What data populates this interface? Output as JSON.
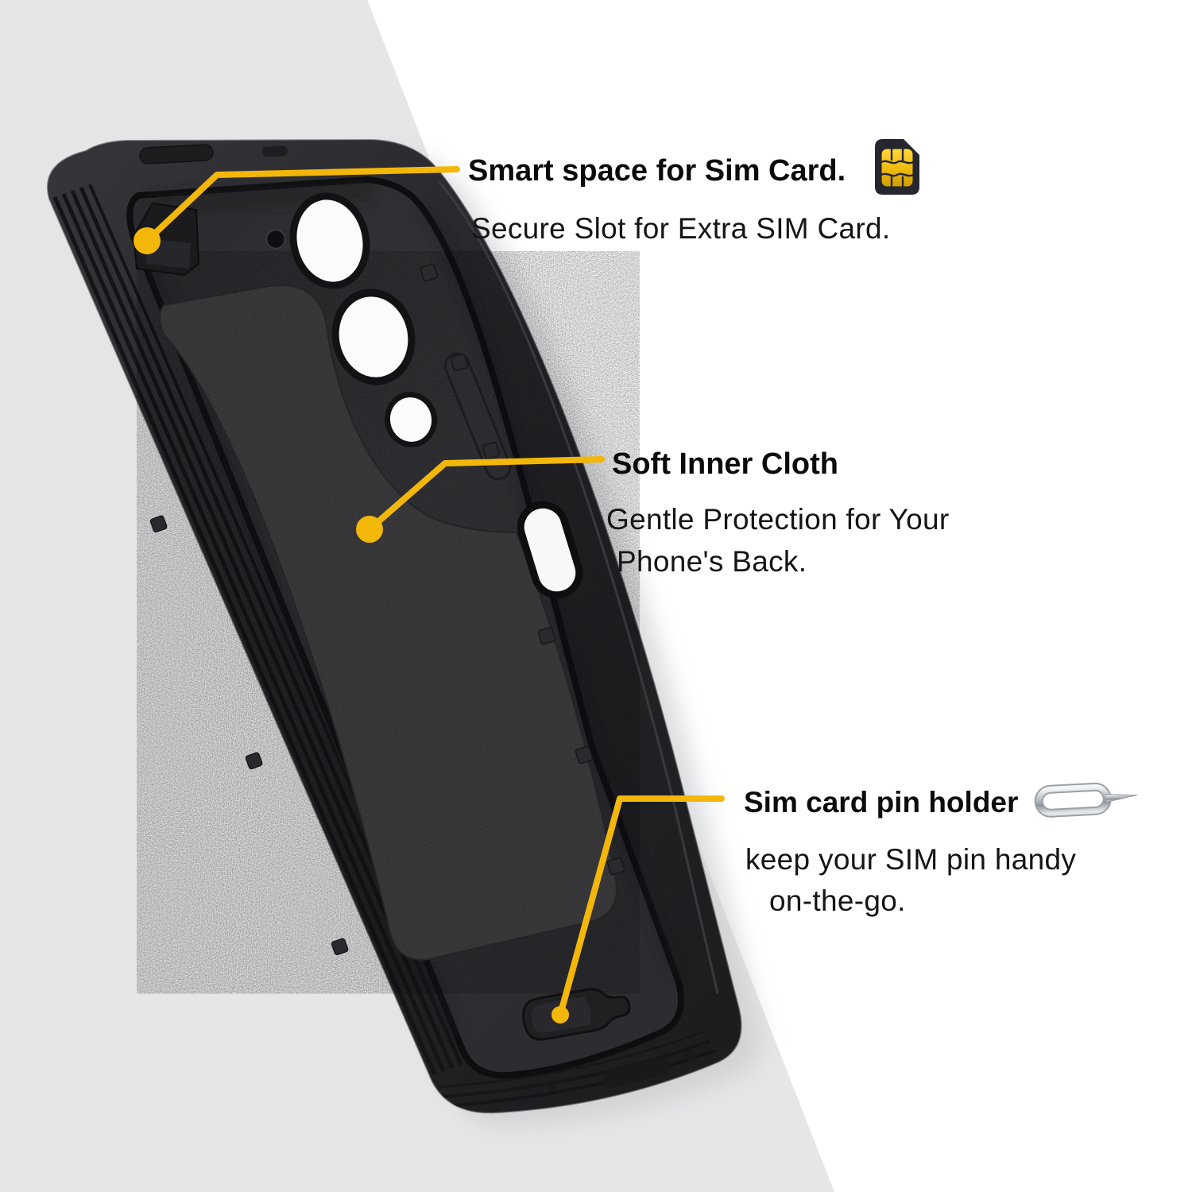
{
  "image_type": "product-feature-infographic",
  "product": "silicone-phone-case-inner-view",
  "colors": {
    "accent_yellow": "#F3B70A",
    "background_white": "#ffffff",
    "background_gray": "#e6e6e7",
    "case_black": "#26262a",
    "cloth_gray": "#3d3d40",
    "text_black": "#0b0b0c",
    "sim_chip_gold": "#f2bb0e",
    "pin_metal": "#c3c8cd"
  },
  "callouts": [
    {
      "id": "sim-card-slot",
      "title": "Smart space for Sim Card.",
      "body": "Secure Slot for Extra SIM Card.",
      "icon": "sim-card-icon"
    },
    {
      "id": "soft-inner-cloth",
      "title": "Soft Inner Cloth",
      "body_line1": "Gentle Protection for Your",
      "body_line2": "Phone's Back."
    },
    {
      "id": "sim-pin-holder",
      "title": "Sim card pin holder",
      "body_line1": "keep your SIM pin handy",
      "body_line2": "on-the-go.",
      "icon": "sim-ejector-pin-icon"
    }
  ]
}
